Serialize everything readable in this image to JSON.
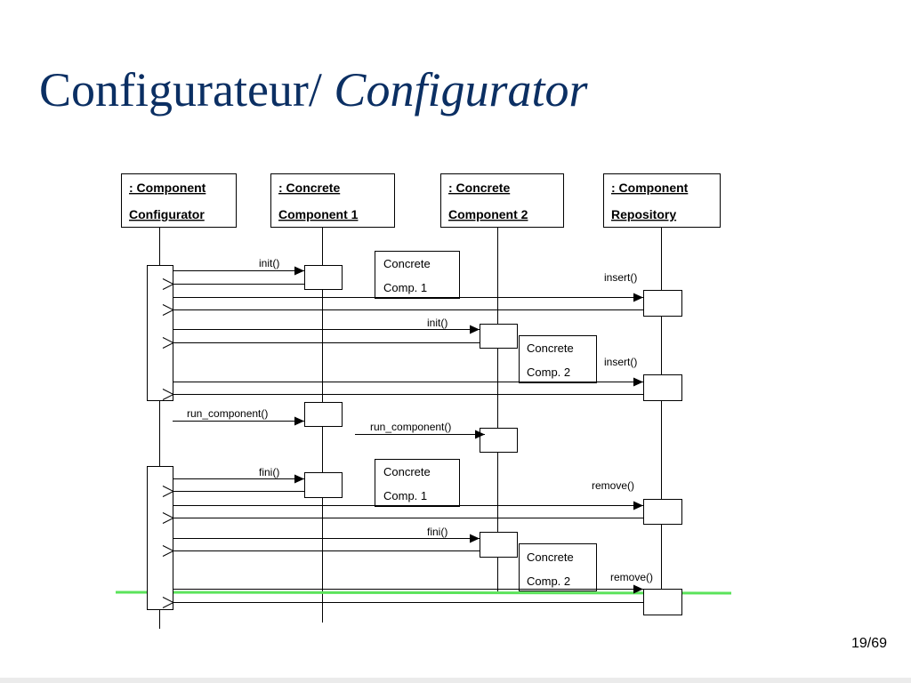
{
  "slide": {
    "title_fr": "Configurateur/",
    "title_en": "Configurator",
    "page_number": "19/69"
  },
  "diagram": {
    "lifelines": [
      {
        "id": "configurator",
        "line1": ": Component",
        "line2": "Configurator"
      },
      {
        "id": "concrete1",
        "line1": ": Concrete",
        "line2": "Component 1"
      },
      {
        "id": "concrete2",
        "line1": ": Concrete",
        "line2": "Component 2"
      },
      {
        "id": "repository",
        "line1": ": Component",
        "line2": "Repository"
      }
    ],
    "messages": {
      "init_1": "init()",
      "insert_1": "insert()",
      "init_2": "init()",
      "insert_2": "insert()",
      "run_component_1": "run_component()",
      "run_component_2": "run_component()",
      "fini_1": "fini()",
      "remove_1": "remove()",
      "fini_2": "fini()",
      "remove_2": "remove()"
    },
    "notes": {
      "note1": {
        "line1": "Concrete",
        "line2": "Comp. 1"
      },
      "note2": {
        "line1": "Concrete",
        "line2": "Comp. 2"
      },
      "note3": {
        "line1": "Concrete",
        "line2": "Comp. 1"
      },
      "note4": {
        "line1": "Concrete",
        "line2": "Comp. 2"
      }
    },
    "highlight_color": "#5be35b"
  }
}
